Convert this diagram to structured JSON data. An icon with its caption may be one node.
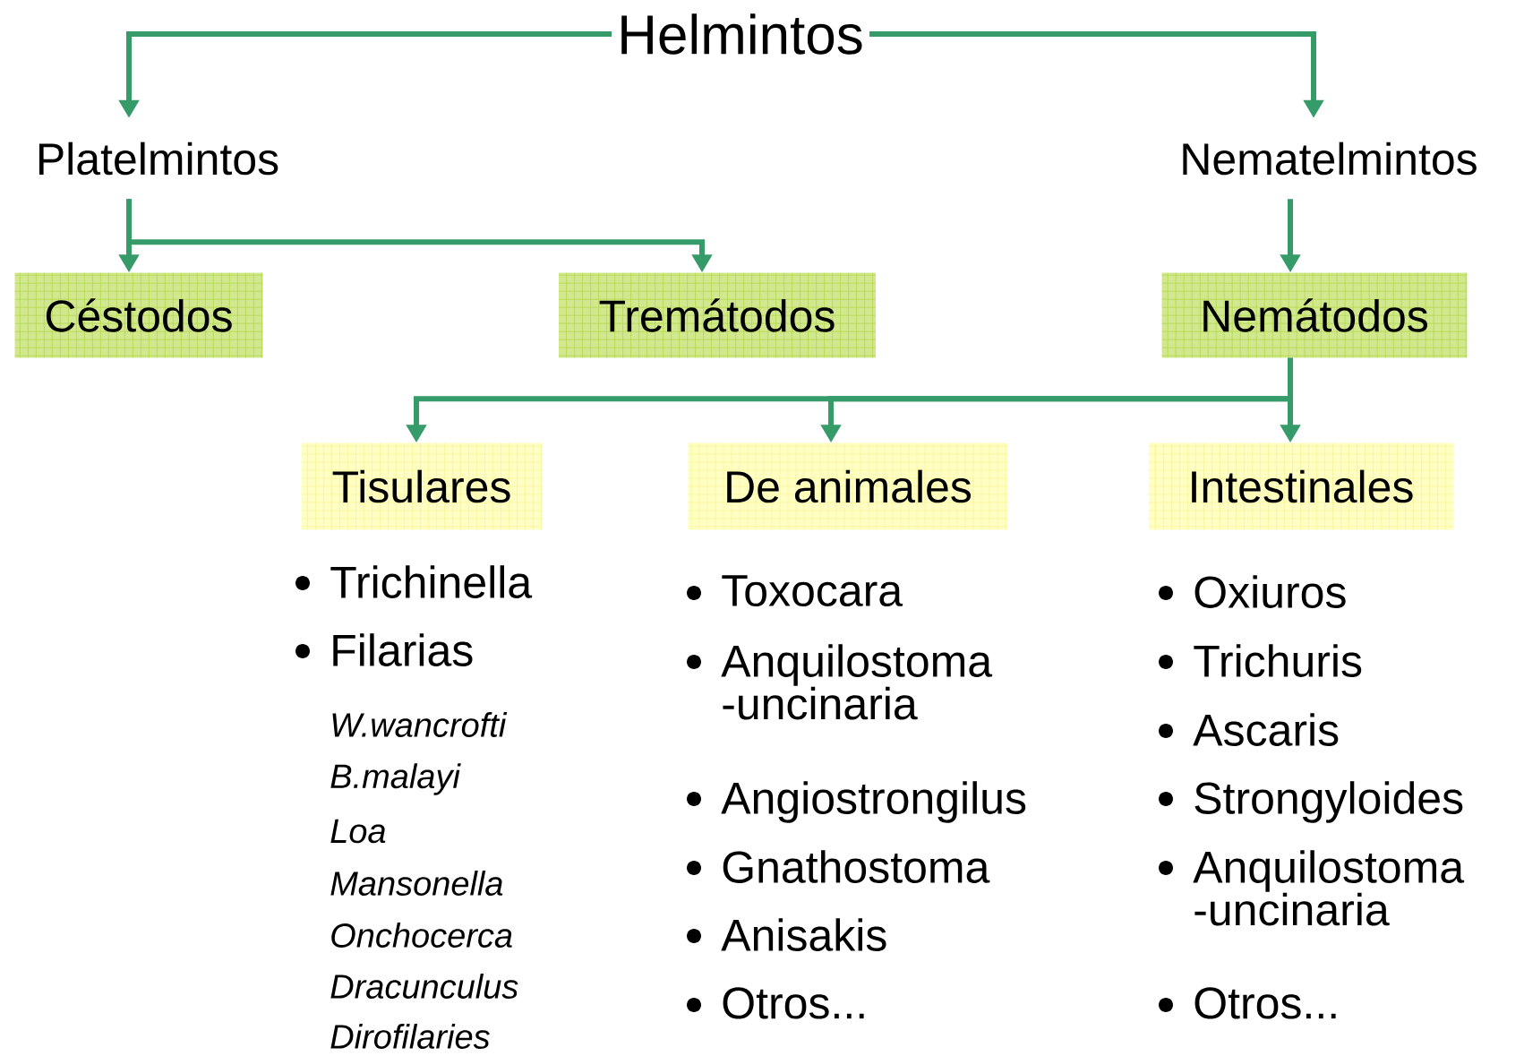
{
  "diagram": {
    "nodes": [
      {
        "text": [
          "Helmintos"
        ]
      },
      {
        "text": [
          "Platelmintos"
        ]
      },
      {
        "text": [
          "Nematelmintos"
        ]
      },
      {
        "text": [
          "Céstodos"
        ]
      },
      {
        "text": [
          "Tremátodos"
        ]
      },
      {
        "text": [
          "Nemátodos"
        ]
      },
      {
        "text": [
          "Tisulares"
        ]
      },
      {
        "text": [
          "De animales"
        ]
      },
      {
        "text": [
          "Intestinales"
        ]
      }
    ],
    "edges": [
      {
        "from": 0,
        "to": 1,
        "arrow": "to"
      },
      {
        "from": 0,
        "to": 2,
        "arrow": "to"
      },
      {
        "from": 1,
        "to": 3,
        "arrow": "to"
      },
      {
        "from": 1,
        "to": 4,
        "arrow": "to"
      },
      {
        "from": 2,
        "to": 5,
        "arrow": "to"
      },
      {
        "from": 5,
        "to": 6,
        "arrow": "to"
      },
      {
        "from": 5,
        "to": 7,
        "arrow": "to"
      },
      {
        "from": 5,
        "to": 8,
        "arrow": "to"
      }
    ],
    "labels": [
      "Trichinella",
      "Filarias",
      "W.wancrofti",
      "B.malayi",
      "Loa",
      "Mansonella",
      "Onchocerca",
      "Dracunculus",
      "Dirofilaries",
      "Toxocara",
      "Anquilostoma -uncinaria",
      "Angiostrongilus",
      "Gnathostoma",
      "Anisakis",
      "Otros...",
      "Oxiuros",
      "Trichuris",
      "Ascaris",
      "Strongyloides",
      "Anquilostoma -uncinaria",
      "Otros..."
    ]
  }
}
